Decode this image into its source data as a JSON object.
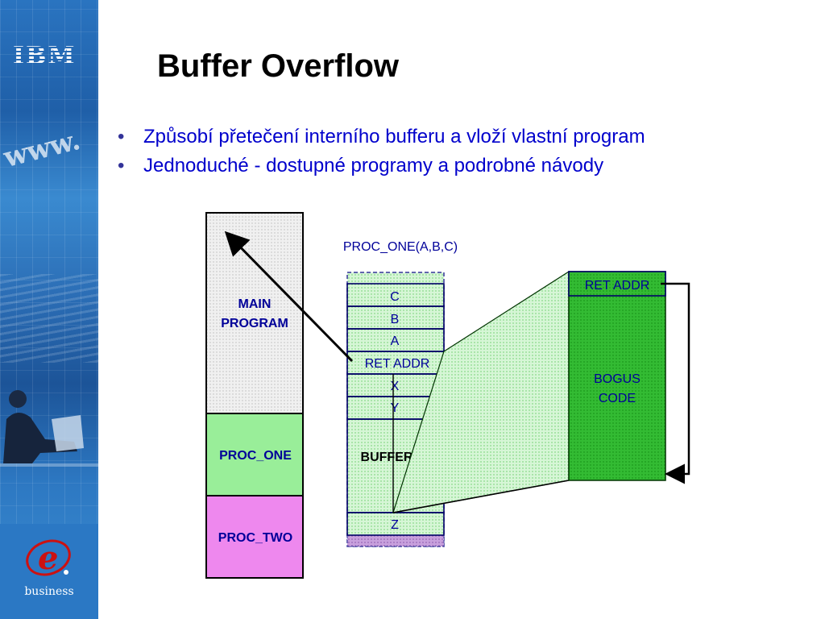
{
  "slide": {
    "title": "Buffer Overflow",
    "bullets": [
      "Způsobí přetečení interního bufferu a vloží vlastní program",
      "Jednoduché - dostupné programy a podrobné návody"
    ]
  },
  "sidebar": {
    "logo": "IBM",
    "watermark": "www.",
    "ebusiness_label": "business"
  },
  "diagram": {
    "memory_blocks": {
      "main": "MAIN PROGRAM",
      "proc_one": "PROC_ONE",
      "proc_two": "PROC_TWO"
    },
    "stack": {
      "caption": "PROC_ONE(A,B,C)",
      "cells": [
        "C",
        "B",
        "A",
        "RET ADDR",
        "X",
        "Y"
      ],
      "buffer_label": "BUFFER",
      "last_cell": "Z"
    },
    "payload": {
      "ret": "RET ADDR",
      "code_line1": "BOGUS",
      "code_line2": "CODE"
    }
  },
  "colors": {
    "main_block": "#e8e8e8",
    "proc_one_block": "#99ee99",
    "proc_two_block": "#ee88ee",
    "stack_fill": "#ccf5cc",
    "payload_fill": "#33bb33",
    "label_blue": "#000099"
  }
}
